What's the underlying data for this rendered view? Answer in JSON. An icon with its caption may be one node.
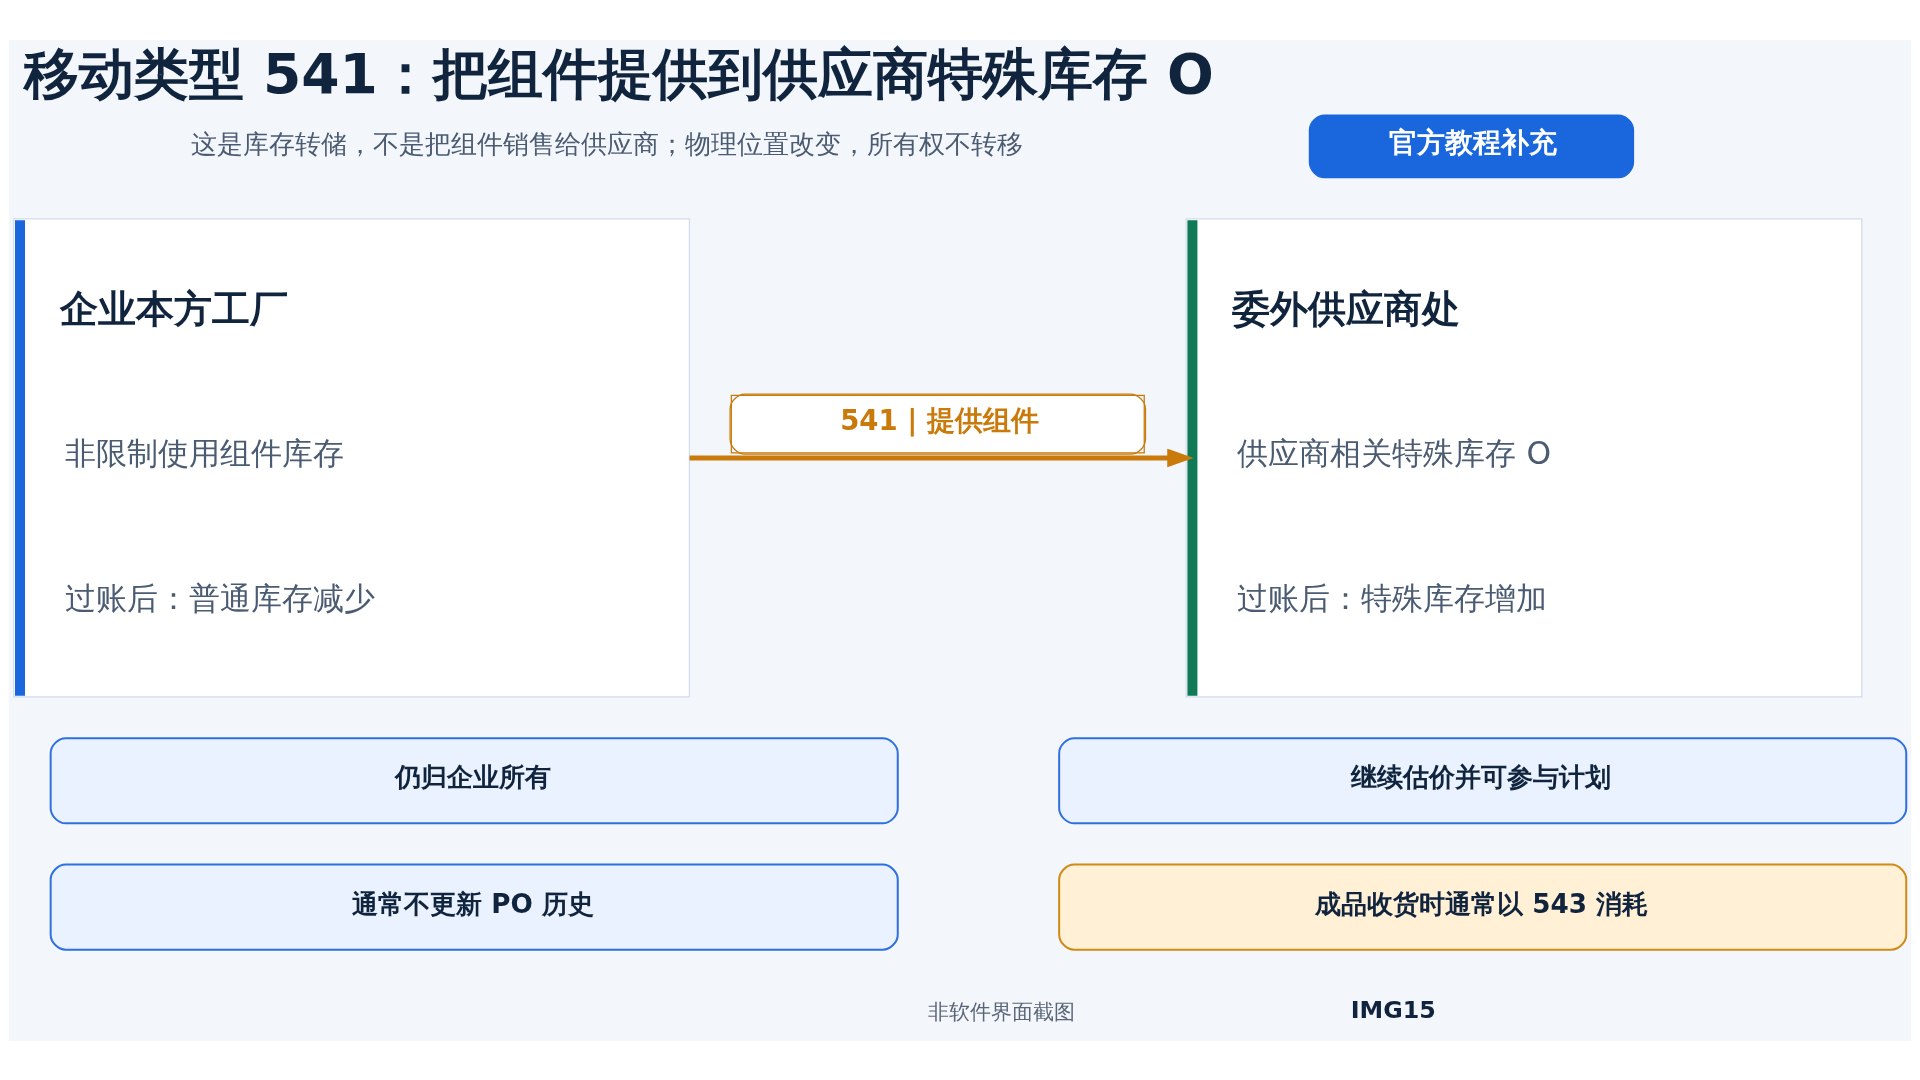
{
  "diagram": {
    "title": "移动类型 541：把组件提供到供应商特殊库存 O",
    "nodes": [
      {
        "text": [
          "官方教程补充"
        ]
      },
      {
        "text": [
          "企业本方工厂",
          "非限制使用组件库存",
          "过账后：普通库存减少"
        ]
      },
      {
        "text": [
          "委外供应商处",
          "供应商相关特殊库存 O",
          "过账后：特殊库存增加"
        ]
      },
      {
        "text": [
          "仍归企业所有"
        ]
      },
      {
        "text": [
          "继续估价并可参与计划"
        ]
      },
      {
        "text": [
          "通常不更新 PO 历史"
        ]
      },
      {
        "text": [
          "成品收货时通常以 543 消耗"
        ]
      }
    ],
    "edges": [
      {
        "from": 1,
        "to": 2,
        "arrow": "to",
        "label": "541 | 提供组件"
      }
    ],
    "labels": [
      "这是库存转储，不是把组件销售给供应商；物理位置改变，所有权不转移",
      "非软件界面截图",
      "IMG15"
    ]
  }
}
